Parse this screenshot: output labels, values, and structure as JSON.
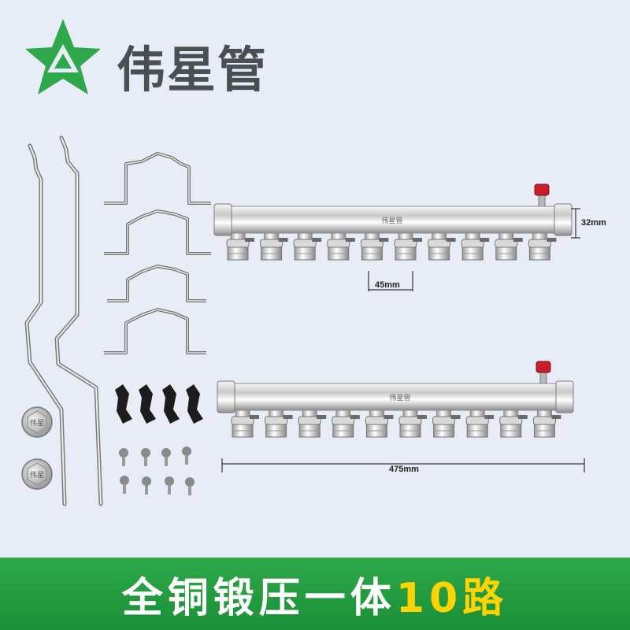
{
  "brand": {
    "logo_icon": "green-star-triangle-logo",
    "name": "伟星管",
    "colors": {
      "green": "#2ea84a",
      "gray": "#4a4f52",
      "yellow": "#ffd400"
    }
  },
  "product": {
    "manifold_labels": [
      "伟星管",
      "伟星管"
    ],
    "cap_stamp": "伟星",
    "dimensions": {
      "diameter": "32mm",
      "spacing": "45mm",
      "length": "475mm"
    },
    "outlet_count": 10
  },
  "banner": {
    "white_text": "全铜锻压一体",
    "yellow_text": "10路"
  }
}
